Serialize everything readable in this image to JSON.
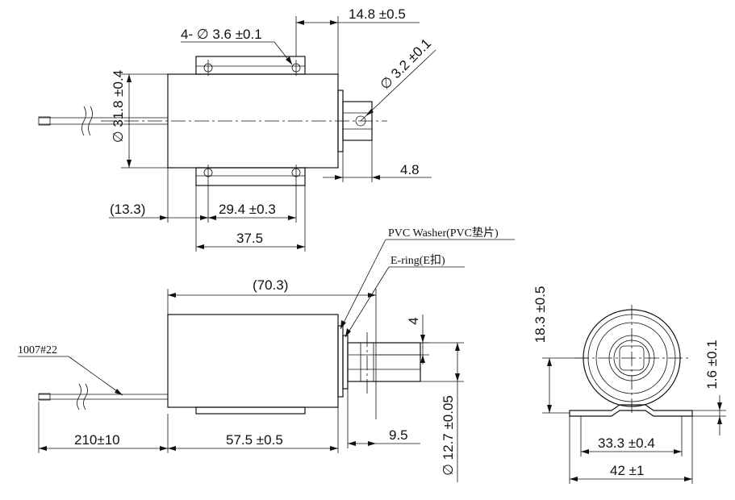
{
  "top_view": {
    "hole_callout": "4- ∅ 3.6 ±0.1",
    "dim_plunger_ext": "14.8 ±0.5",
    "dim_diameter": "∅ 31.8 ±0.4",
    "dim_pin_hole": "∅ 3.2 ±0.1",
    "dim_washer": "4.8",
    "dim_ref_offset": "(13.3)",
    "dim_hole_pitch": "29.4 ±0.3",
    "dim_bracket": "37.5"
  },
  "side_view": {
    "pvc_washer_label": "PVC Washer(PVC垫片)",
    "ering_label": "E-ring(E扣)",
    "dim_overall": "(70.3)",
    "wire_label": "1007#22",
    "dim_stroke": "4",
    "dim_plunger_dia": "∅ 12.7 ±0.05",
    "dim_lead": "210±10",
    "dim_body": "57.5 ±0.5",
    "dim_plunger_out": "9.5"
  },
  "end_view": {
    "dim_center_height": "18.3 ±0.5",
    "dim_thickness": "1.6 ±0.1",
    "dim_hole_pitch": "33.3 ±0.4",
    "dim_width": "42 ±1"
  }
}
